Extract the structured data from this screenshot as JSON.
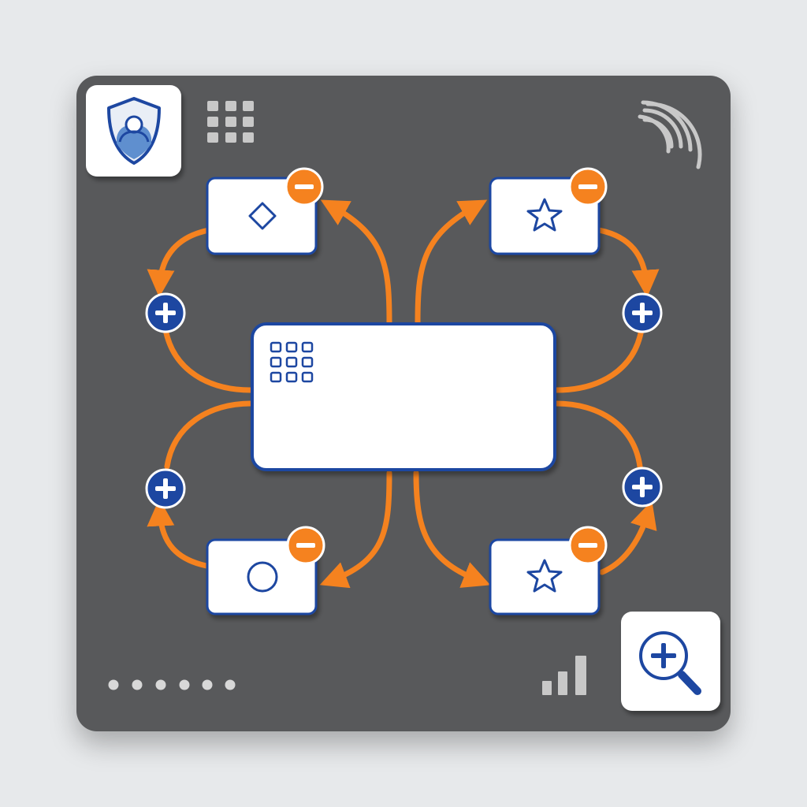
{
  "colors": {
    "background": "#e7e9eb",
    "panel": "#58595b",
    "card": "#ffffff",
    "card_border": "#1d47a1",
    "connector": "#f5821f",
    "add_button": "#1d47a1",
    "remove_button": "#f5821f",
    "muted_icon": "#c8c8c8"
  },
  "icons": {
    "top_left": "shield-user-icon",
    "top_grid": "grid-icon",
    "top_right": "wifi-signal-icon",
    "center_node": "grid-icon",
    "node_top_left": "diamond-icon",
    "node_top_right": "star-icon",
    "node_bottom_left": "circle-icon",
    "node_bottom_right": "star-icon",
    "bottom_left": "pagination-dots-icon",
    "bottom_signal": "signal-bars-icon",
    "bottom_right": "zoom-in-icon"
  },
  "diagram": {
    "nodes": [
      {
        "id": "top-left",
        "icon": "diamond-icon",
        "has_remove": true
      },
      {
        "id": "top-right",
        "icon": "star-icon",
        "has_remove": true
      },
      {
        "id": "bottom-left",
        "icon": "circle-icon",
        "has_remove": true
      },
      {
        "id": "bottom-right",
        "icon": "star-icon",
        "has_remove": true
      }
    ],
    "add_buttons": [
      "left-upper",
      "left-lower",
      "right-upper",
      "right-lower"
    ],
    "center": {
      "icon": "grid-icon"
    }
  },
  "pagination": {
    "dot_count": 6
  }
}
